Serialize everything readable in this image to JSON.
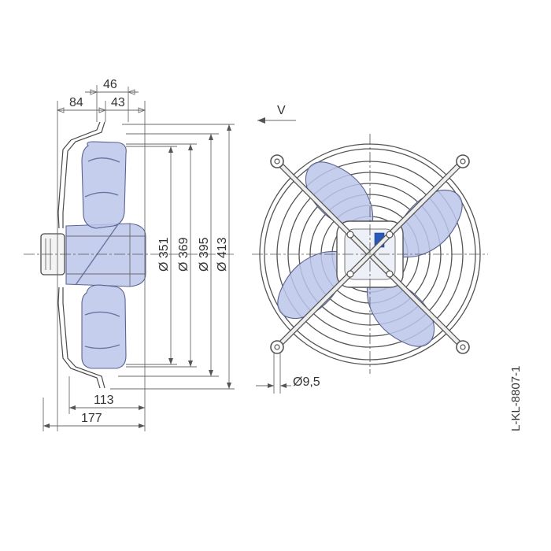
{
  "labels": {
    "dim_46": "46",
    "dim_84": "84",
    "dim_43": "43",
    "dim_351": "Ø 351",
    "dim_369": "Ø 369",
    "dim_395": "Ø 395",
    "dim_413": "Ø 413",
    "dim_113": "113",
    "dim_177": "177",
    "dim_hole": "Ø9,5",
    "view": "V",
    "drawing_code": "L-KL-8807-1"
  },
  "colors": {
    "blade": "#bcc6ea",
    "line": "#4a4a4a"
  }
}
